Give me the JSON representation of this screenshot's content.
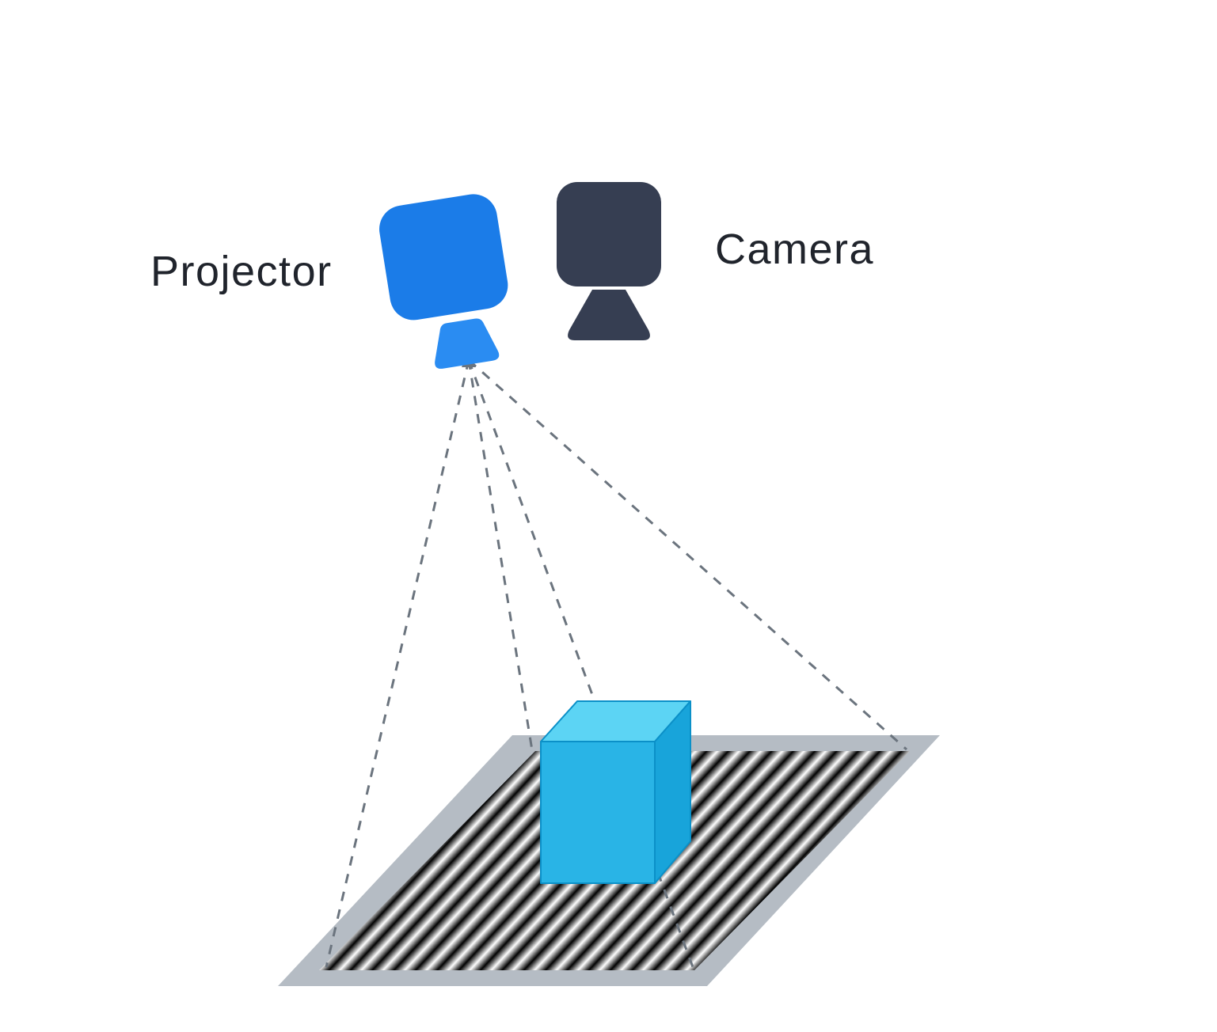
{
  "diagram": {
    "title": "structured-light-scanning-diagram",
    "labels": {
      "projector": "Projector",
      "camera": "Camera"
    },
    "colors": {
      "projector_body": "#1b7ce8",
      "projector_lens": "#2a8cf2",
      "camera_body": "#363e52",
      "cube_front": "#29b4e6",
      "cube_top": "#5cd4f4",
      "cube_side": "#18a4da",
      "cube_edge": "#0b90c8",
      "ground_border": "#b5bcc4",
      "fringe_dark": "#000000",
      "fringe_light": "#ffffff",
      "dash": "#6b747e",
      "label_text": "#20242c"
    },
    "icons": {
      "projector": "projector-icon",
      "camera": "camera-icon"
    }
  }
}
